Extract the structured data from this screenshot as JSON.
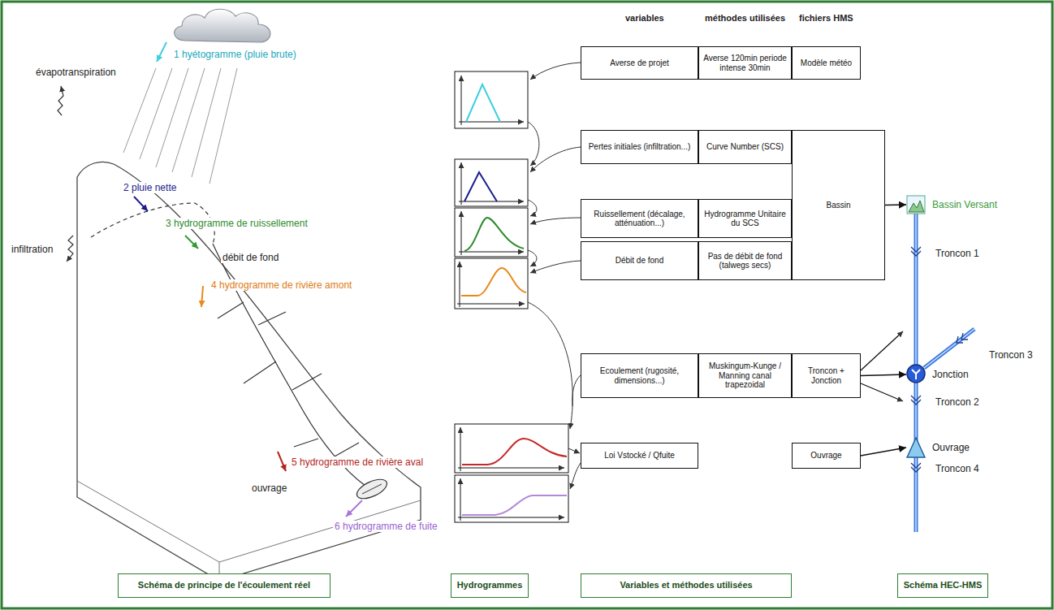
{
  "diagram": {
    "nodes": [
      {
        "text": [
          "Averse de projet"
        ]
      },
      {
        "text": [
          "Averse 120min periode intense 30min"
        ]
      },
      {
        "text": [
          "Modèle météo"
        ]
      },
      {
        "text": [
          "Pertes initiales (infiltration...)"
        ]
      },
      {
        "text": [
          "Curve Number (SCS)"
        ]
      },
      {
        "text": [
          "Bassin"
        ]
      },
      {
        "text": [
          "Ruissellement (décalage, atténuation...)"
        ]
      },
      {
        "text": [
          "Hydrogramme Unitaire du SCS"
        ]
      },
      {
        "text": [
          "Débit de fond"
        ]
      },
      {
        "text": [
          "Pas de débit de fond (talwegs secs)"
        ]
      },
      {
        "text": [
          "Ecoulement (rugosité, dimensions...)"
        ]
      },
      {
        "text": [
          "Muskingum-Kunge / Manning canal trapezoidal"
        ]
      },
      {
        "text": [
          "Troncon + Jonction"
        ]
      },
      {
        "text": [
          "Loi Vstocké / Qfuite"
        ]
      },
      {
        "text": [
          "Ouvrage"
        ]
      },
      {
        "text": [
          "Bassin Versant"
        ]
      },
      {
        "text": [
          "Jonction"
        ]
      },
      {
        "text": [
          "Ouvrage"
        ]
      },
      {
        "text": [
          "Schéma de principe de l'écoulement réel"
        ]
      },
      {
        "text": [
          "Hydrogrammes"
        ]
      },
      {
        "text": [
          "Variables et méthodes utilisées"
        ]
      },
      {
        "text": [
          "Schéma HEC-HMS"
        ]
      }
    ],
    "edges": [
      {
        "from": 5,
        "to": 15,
        "arrow": "to"
      },
      {
        "from": 12,
        "to": 16,
        "arrow": "to"
      },
      {
        "from": 14,
        "to": 17,
        "arrow": "to"
      }
    ],
    "labels": [
      "variables",
      "méthodes utilisées",
      "fichiers HMS",
      "évapotranspiration",
      "1 hyétogramme (pluie brute)",
      "2 pluie nette",
      "infiltration",
      "3 hydrogramme de ruissellement",
      "débit de fond",
      "4 hydrogramme de rivière amont",
      "5 hydrogramme de rivière aval",
      "ouvrage",
      "6 hydrogramme de fuite",
      "Troncon 1",
      "Troncon 3",
      "Troncon 2",
      "Troncon 4"
    ]
  }
}
